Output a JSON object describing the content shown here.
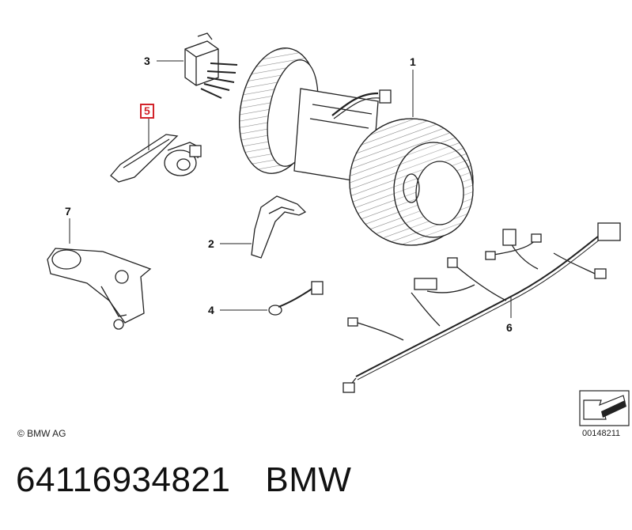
{
  "callouts": {
    "c1": "1",
    "c2": "2",
    "c3": "3",
    "c4": "4",
    "c5": "5",
    "c6": "6",
    "c7": "7"
  },
  "footer": {
    "copyright": "© BMW AG",
    "diagram_id": "00148211"
  },
  "caption": {
    "part_number": "64116934821",
    "brand": "BMW"
  },
  "colors": {
    "highlight": "#d2232a",
    "line": "#222222"
  }
}
